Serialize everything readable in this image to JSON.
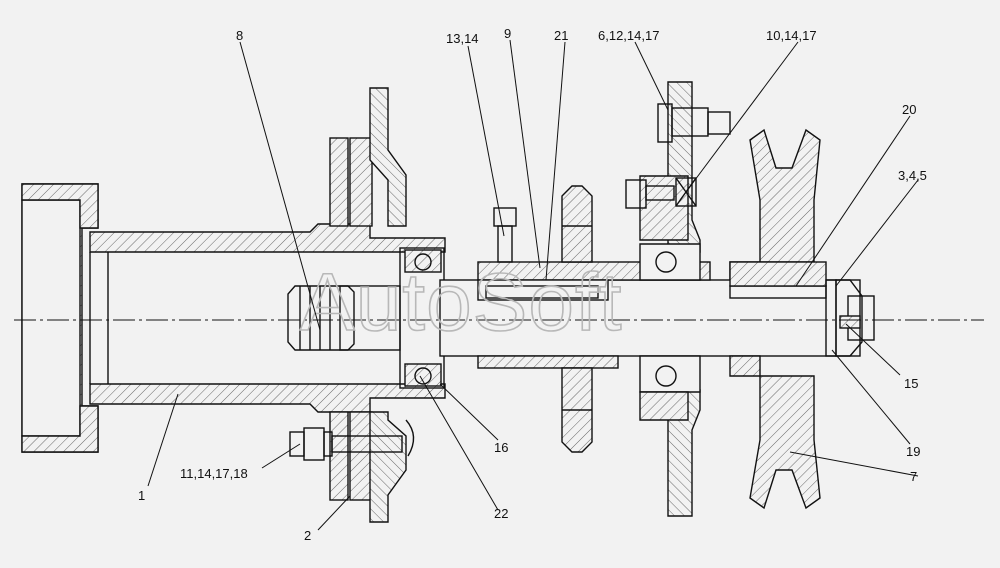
{
  "callouts": [
    {
      "id": "c1",
      "text": "1"
    },
    {
      "id": "c2",
      "text": "2"
    },
    {
      "id": "c3",
      "text": "3,4,5"
    },
    {
      "id": "c6",
      "text": "6,12,14,17"
    },
    {
      "id": "c7",
      "text": "7"
    },
    {
      "id": "c8",
      "text": "8"
    },
    {
      "id": "c9",
      "text": "9"
    },
    {
      "id": "c10",
      "text": "10,14,17"
    },
    {
      "id": "c11",
      "text": "11,14,17,18"
    },
    {
      "id": "c13",
      "text": "13,14"
    },
    {
      "id": "c15",
      "text": "15"
    },
    {
      "id": "c16",
      "text": "16"
    },
    {
      "id": "c19",
      "text": "19"
    },
    {
      "id": "c20",
      "text": "20"
    },
    {
      "id": "c21",
      "text": "21"
    },
    {
      "id": "c22",
      "text": "22"
    }
  ],
  "watermark": "AutoSoft",
  "colors": {
    "background": "#f2f2f2",
    "line": "#111111",
    "watermark": "#b8b8b8"
  }
}
